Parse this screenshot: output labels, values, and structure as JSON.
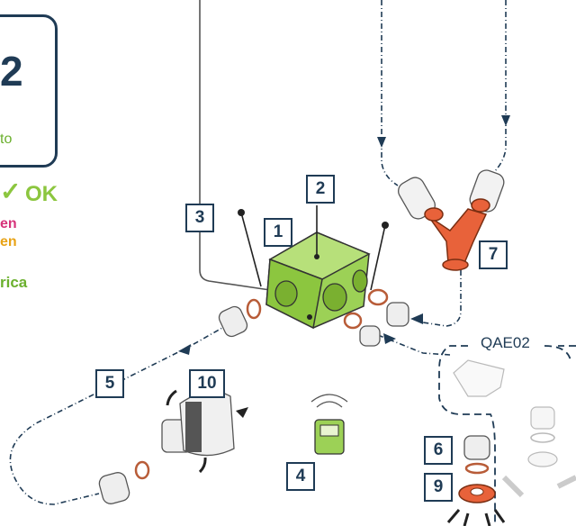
{
  "left_panel": {
    "big_number": "2",
    "auto_text": "to",
    "ok_check": "✓",
    "ok_text": "OK",
    "line_en_1": "en",
    "line_en_2": "en",
    "line_rica": "rica"
  },
  "labels": {
    "l1": "1",
    "l2": "2",
    "l3": "3",
    "l4": "4",
    "l5": "5",
    "l6": "6",
    "l7": "7",
    "l9": "9",
    "l10": "10"
  },
  "group_label": "QAE02",
  "colors": {
    "navy": "#1f3b55",
    "box_green": "#8cc63f",
    "orange": "#e8623a",
    "copper": "#b85c38",
    "grey_outline": "#555555",
    "check_green": "#8cc63f",
    "magenta": "#d6337a",
    "amber": "#e8a317"
  }
}
